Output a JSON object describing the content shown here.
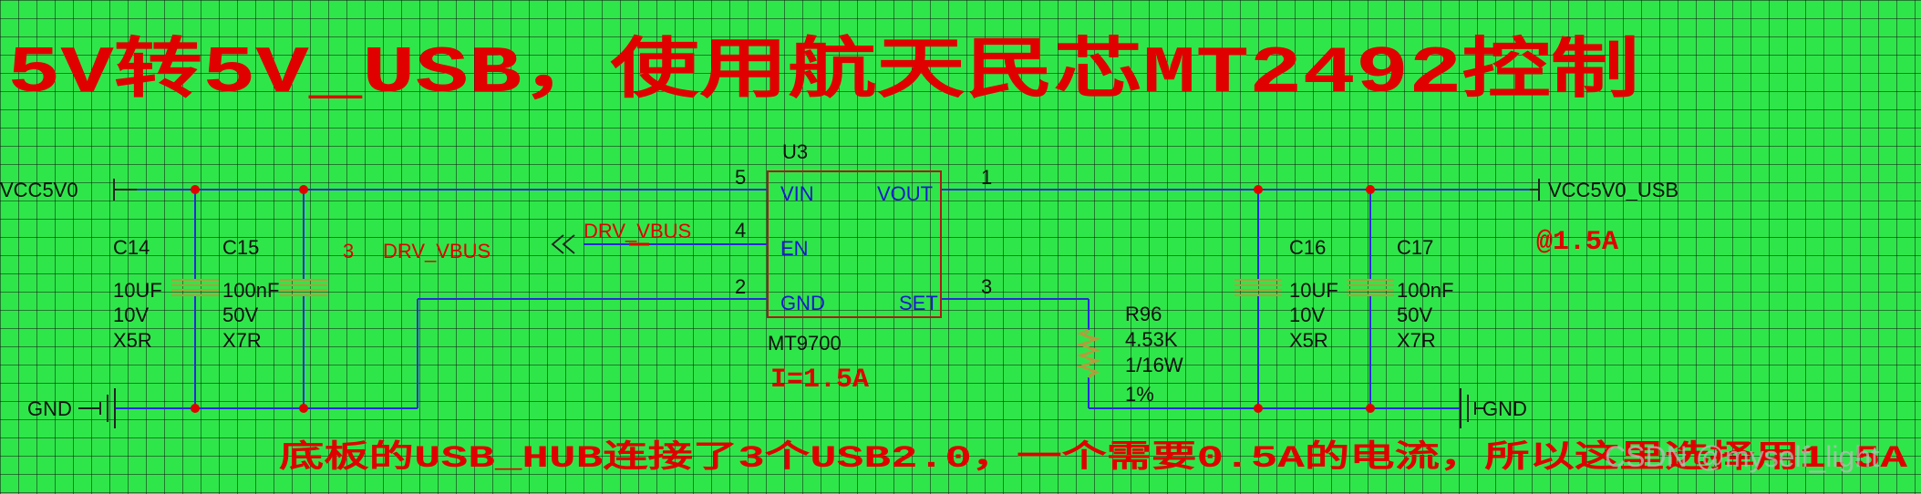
{
  "title": "5V转5V_USB，使用航天民芯MT2492控制",
  "chip": {
    "ref": "U3",
    "part": "MT9700",
    "pins": {
      "vin": {
        "num": "5",
        "name": "VIN"
      },
      "en": {
        "num": "4",
        "name": "EN"
      },
      "gnd": {
        "num": "2",
        "name": "GND"
      },
      "vout": {
        "num": "1",
        "name": "VOUT"
      },
      "set": {
        "num": "3",
        "name": "SET"
      }
    },
    "current_note": "I=1.5A"
  },
  "nets": {
    "vcc_in": "VCC5V0",
    "vcc_out": "VCC5V0_USB",
    "gnd_left": "GND",
    "gnd_right": "GND",
    "drv_vbus": "DRV_VBUS",
    "drv_vbus_ref_num": "3",
    "drv_vbus_ref_name": "DRV_VBUS",
    "out_current": "@1.5A"
  },
  "capacitors": [
    {
      "ref": "C14",
      "value": "10UF",
      "voltage": "10V",
      "dielectric": "X5R"
    },
    {
      "ref": "C15",
      "value": "100nF",
      "voltage": "50V",
      "dielectric": "X7R"
    },
    {
      "ref": "C16",
      "value": "10UF",
      "voltage": "10V",
      "dielectric": "X5R"
    },
    {
      "ref": "C17",
      "value": "100nF",
      "voltage": "50V",
      "dielectric": "X7R"
    }
  ],
  "resistor": {
    "ref": "R96",
    "value": "4.53K",
    "power": "1/16W",
    "tolerance": "1%"
  },
  "note": "底板的USB_HUB连接了3个USB2.0，一个需要0.5A的电流，所以这里选择用1.5A",
  "watermark": "CSDN @myself_light",
  "colors": {
    "grid_bg": "#2fe64a",
    "grid_line": "#0a0a0a",
    "wire": "#2a2ad8",
    "junction": "#e00000",
    "text_red": "#e00000",
    "pin_name": "#1a1acc"
  }
}
